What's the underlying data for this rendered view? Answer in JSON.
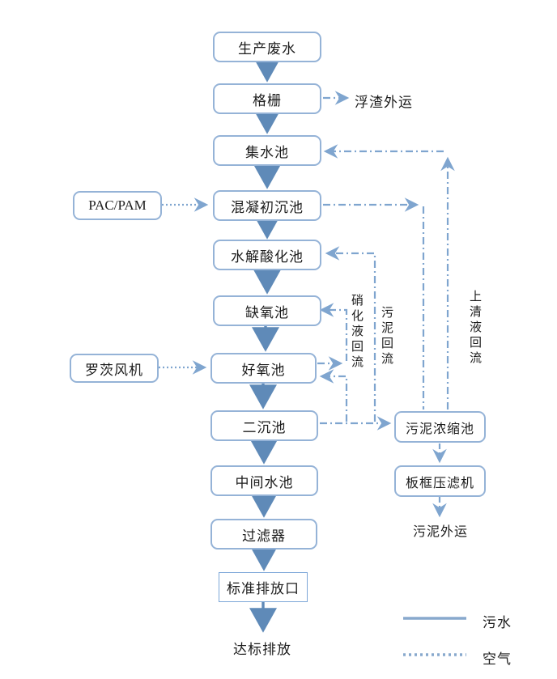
{
  "diagram": {
    "nodes": {
      "production": "生产废水",
      "screen": "格栅",
      "collecting": "集水池",
      "coagulation": "混凝初沉池",
      "hydrolysis": "水解酸化池",
      "anoxic": "缺氧池",
      "aerobic": "好氧池",
      "secondary": "二沉池",
      "intermediate": "中间水池",
      "filter": "过滤器",
      "outlet": "标准排放口",
      "pac": "PAC/PAM",
      "blower": "罗茨风机",
      "thickener": "污泥浓缩池",
      "press": "板框压滤机"
    },
    "texts": {
      "scum_out": "浮渣外运",
      "discharge": "达标排放",
      "sludge_out": "污泥外运"
    },
    "reflux_labels": {
      "nitrified": "硝化液回流",
      "sludge": "污泥回流",
      "supernatant": "上清液回流"
    },
    "legend": {
      "sewage": "污水",
      "air": "空气"
    },
    "colors": {
      "box_border": "#95b3d7",
      "solid_arrow": "#5f8ab8",
      "dash_line": "#7fa5cf",
      "text": "#1c1c1c"
    }
  }
}
